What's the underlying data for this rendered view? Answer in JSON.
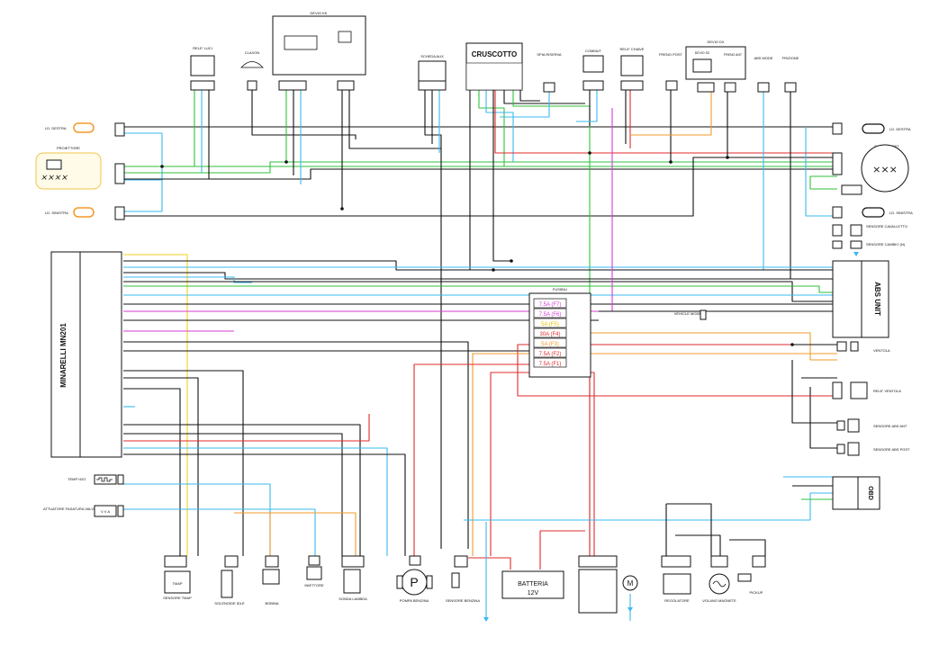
{
  "components": {
    "dev_kk": "DEVIO KK",
    "rele_luci": "RELE' LUCI",
    "clacson": "CLAXON",
    "scheda_aux": "SCHEDA AUX",
    "cruscotto": "CRUSCOTTO",
    "spia_riserva": "SPIA RISERVA",
    "commut": "COMMUT",
    "rele_chiave": "RELE' CHIAVE",
    "freno_post": "FRENO POST",
    "devio_dx": "DEVIO DX",
    "devio_sx": "DEVIO SX",
    "freno_ant": "FRENO ANT",
    "abs_mode": "ABS MODE",
    "frizione": "FRIZIONE",
    "ld_destra_left": "LD. DESTRA",
    "ld_destra_right": "LD. DESTRA",
    "proiettore": "PROIETTORE",
    "fanale_post": "FANALE POST",
    "ld_sinistra_left": "LD. SINISTRA",
    "ld_sinistra_right": "LD. SINISTRA",
    "sensore_cavalletto": "SENSORE CAVALLETTO",
    "sensore_cambio": "SENSORE CAMBIO (N)",
    "ecu": "MINARELLI MN201",
    "abs_unit": "ABS UNIT",
    "fusibili": "FUSIBILI",
    "vehicle_model": "VEHICLE MODEL",
    "ventola": "VENTOLA",
    "rele_ventola": "RELE' VENTOLA",
    "sensore_abs_ant": "SENSORE ABS ANT",
    "sensore_abs_post": "SENSORE ABS POST",
    "obd": "OBD",
    "temp_h2o": "TEMP H2O",
    "attuatore": "ATTUATORE FASATURA VALVOLE",
    "sensore_tmap": "SENSORE TMAP",
    "tmap": "TMAP",
    "solenoide": "SOLENOIDE IDLE",
    "bobina": "BOBINA",
    "iniettore": "INIETTORE",
    "sonda_lambda": "SONDA LAMBDA",
    "pompa_benzina": "POMPA BENZINA",
    "sensore_benzina": "SENSORE BENZINA",
    "batteria": "BATTERIA",
    "batteria_v": "12V",
    "regolatore": "REGOLATORE",
    "volano": "VOLANO MAGNETE",
    "pickup": "PICKUP",
    "motor_symbol": "M",
    "pump_symbol": "P",
    "valve_symbol": "V V A"
  },
  "fuses": [
    {
      "label": "7.5A (F7)",
      "color": "#d63bd6"
    },
    {
      "label": "7.5A (F6)",
      "color": "#d63bd6"
    },
    {
      "label": "5A (F5)",
      "color": "#e6c200"
    },
    {
      "label": "30A (F4)",
      "color": "#e02b2b"
    },
    {
      "label": "5A (F3)",
      "color": "#f39a2a"
    },
    {
      "label": "7.5A (F2)",
      "color": "#e02b2b"
    },
    {
      "label": "7.5A (F1)",
      "color": "#e02b2b"
    }
  ],
  "wire_colors": {
    "black": "#111111",
    "green": "#2fc23a",
    "cyan": "#3ab9ef",
    "red": "#e02b2b",
    "orange": "#f39a2a",
    "yellow": "#f2d21e",
    "magenta": "#d63bd6"
  }
}
